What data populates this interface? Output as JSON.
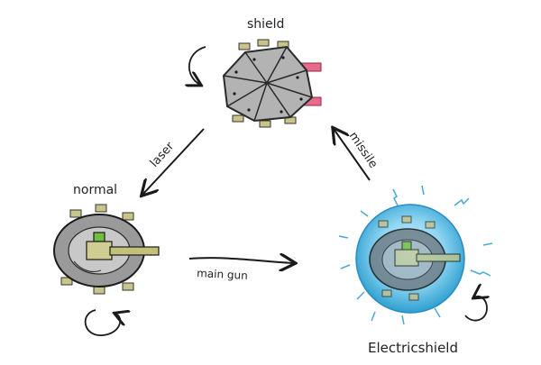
{
  "states": {
    "shield": {
      "label": "shield"
    },
    "normal": {
      "label": "normal"
    },
    "electric": {
      "label": "Electricshield"
    }
  },
  "transitions": {
    "laser": {
      "label": "laser"
    },
    "main_gun": {
      "label": "main gun"
    },
    "missile": {
      "label": "missile"
    }
  },
  "colors": {
    "ink": "#1a1a1a",
    "hull_dark": "#555555",
    "hull_light": "#bfbfbf",
    "shield_plate": "#a9a9a9",
    "tread": "#c8c48a",
    "turret": "#6fbf3f",
    "barrel": "#c2c07a",
    "missile_pink": "#e86a8a",
    "bubble_core": "#6cc8ee",
    "spark": "#4aa8d8"
  }
}
